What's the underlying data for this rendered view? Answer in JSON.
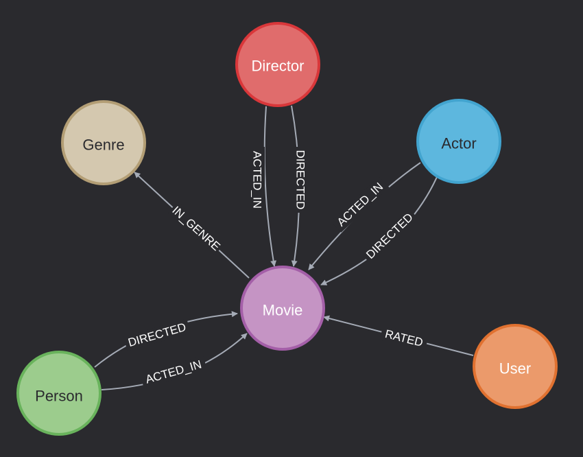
{
  "nodes": [
    {
      "id": "director",
      "label": "Director",
      "fill": "#e06c6c",
      "stroke": "#d9373a",
      "text_color": "#ffffff"
    },
    {
      "id": "genre",
      "label": "Genre",
      "fill": "#d4c8af",
      "stroke": "#b39e75",
      "text_color": "#2a2a2e"
    },
    {
      "id": "actor",
      "label": "Actor",
      "fill": "#5db7de",
      "stroke": "#42a4cf",
      "text_color": "#2a2a2e"
    },
    {
      "id": "movie",
      "label": "Movie",
      "fill": "#c594c4",
      "stroke": "#a45fa8",
      "text_color": "#ffffff"
    },
    {
      "id": "person",
      "label": "Person",
      "fill": "#9ccc8d",
      "stroke": "#69b35c",
      "text_color": "#2a2a2e"
    },
    {
      "id": "user",
      "label": "User",
      "fill": "#eb9a6b",
      "stroke": "#e07130",
      "text_color": "#ffffff"
    }
  ],
  "relationships": [
    {
      "id": "director-acted-in",
      "type": "ACTED_IN",
      "from": "director",
      "to": "movie"
    },
    {
      "id": "director-directed",
      "type": "DIRECTED",
      "from": "director",
      "to": "movie"
    },
    {
      "id": "actor-acted-in",
      "type": "ACTED_IN",
      "from": "actor",
      "to": "movie"
    },
    {
      "id": "actor-directed",
      "type": "DIRECTED",
      "from": "actor",
      "to": "movie"
    },
    {
      "id": "movie-in-genre",
      "type": "IN_GENRE",
      "from": "movie",
      "to": "genre"
    },
    {
      "id": "person-directed",
      "type": "DIRECTED",
      "from": "person",
      "to": "movie"
    },
    {
      "id": "person-acted-in",
      "type": "ACTED_IN",
      "from": "person",
      "to": "movie"
    },
    {
      "id": "user-rated",
      "type": "RATED",
      "from": "user",
      "to": "movie"
    }
  ],
  "colors": {
    "background": "#2a2a2e",
    "edge": "#a5abb6",
    "edge_label": "#ffffff"
  }
}
